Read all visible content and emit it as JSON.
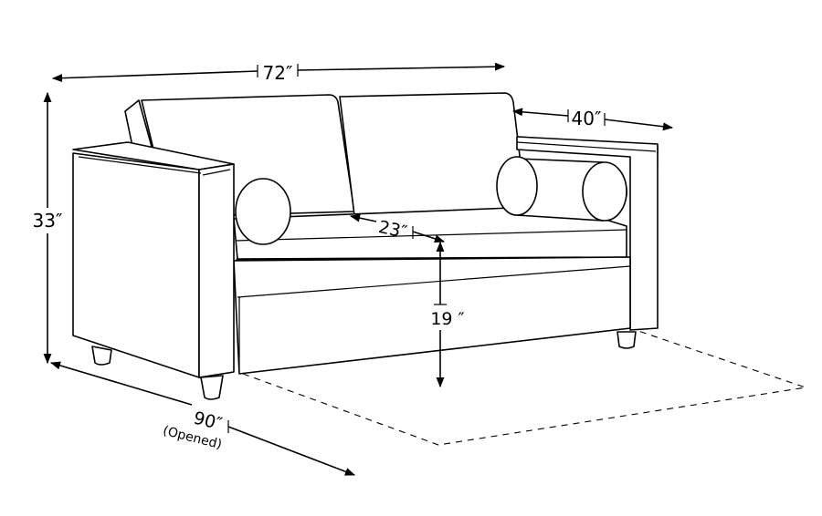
{
  "diagram": {
    "subject": "sofa bed dimension drawing",
    "colors": {
      "line": "#000000",
      "background": "#ffffff"
    },
    "dimensions": {
      "width": "72″",
      "depth": "40″",
      "height": "33″",
      "seat_depth": "23″",
      "seat_height": "19 ″",
      "opened_length": "90″",
      "opened_note": "(Opened)"
    }
  }
}
